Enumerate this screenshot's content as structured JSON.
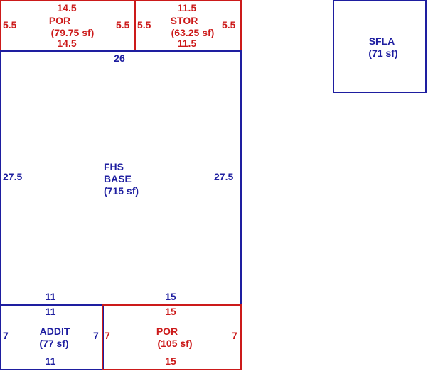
{
  "areas": {
    "por_top": {
      "name": "POR",
      "area": "(79.75 sf)",
      "top": "14.5",
      "bottom": "14.5",
      "left": "5.5",
      "right": "5.5",
      "color": "#cc1a1a"
    },
    "stor": {
      "name": "STOR",
      "area": "(63.25 sf)",
      "top": "11.5",
      "bottom": "11.5",
      "left": "5.5",
      "right": "5.5",
      "color": "#cc1a1a"
    },
    "sfla": {
      "name": "SFLA",
      "area": "(71 sf)",
      "color": "#1e1ea0"
    },
    "fhs_base": {
      "name_line1": "FHS",
      "name_line2": "BASE",
      "area": "(715 sf)",
      "top": "26",
      "left": "27.5",
      "right": "27.5",
      "bottom_left": "11",
      "bottom_right": "15",
      "color": "#1e1ea0"
    },
    "addit": {
      "name": "ADDIT",
      "area": "(77 sf)",
      "top": "11",
      "bottom": "11",
      "left": "7",
      "right": "7",
      "color": "#1e1ea0"
    },
    "por_bottom": {
      "name": "POR",
      "area": "(105 sf)",
      "top": "15",
      "bottom": "15",
      "left": "7",
      "right": "7",
      "color": "#cc1a1a"
    }
  }
}
